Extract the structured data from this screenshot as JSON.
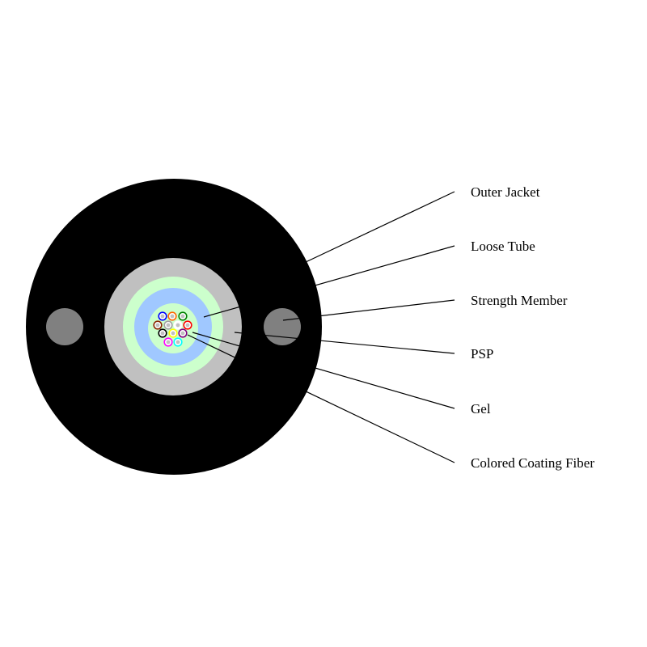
{
  "labels": {
    "outer_jacket": "Outer Jacket",
    "loose_tube": "Loose Tube",
    "strength_member": "Strength Member",
    "psp": "PSP",
    "gel": "Gel",
    "colored_coating_fiber": "Colored Coating Fiber"
  },
  "colors": {
    "jacket": "#000000",
    "psp": "#c0c0c0",
    "gel_outer": "#ccffcc",
    "loose_tube": "#a0c8ff",
    "gel_inner": "#ccffcc",
    "strength_member": "#808080",
    "fiber_core": "#c0c0c0"
  },
  "fibers": [
    "#0000ff",
    "#ff6600",
    "#008000",
    "#8b2500",
    "#a0a0a0",
    "#ffffff",
    "#ff0000",
    "#000000",
    "#ffff00",
    "#800080",
    "#ff00ff",
    "#00ffff"
  ]
}
